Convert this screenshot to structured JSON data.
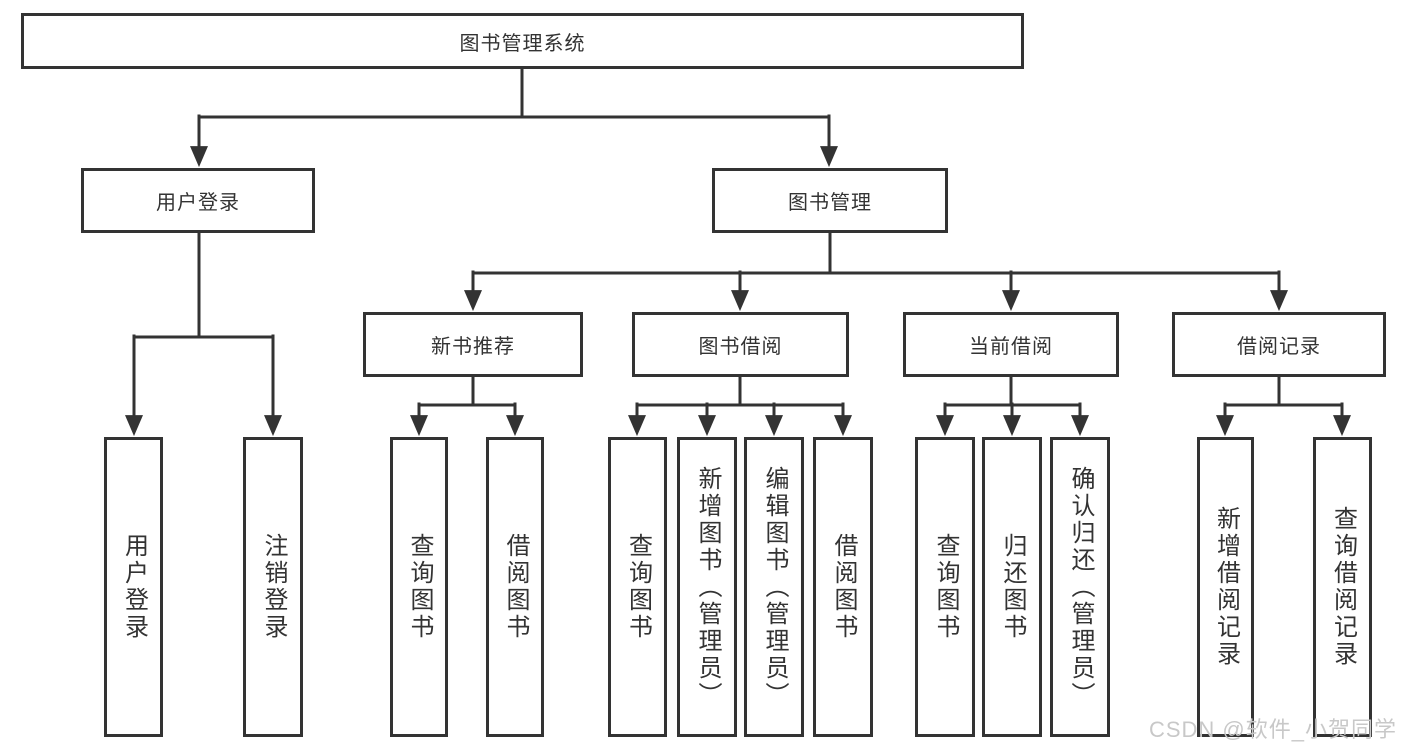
{
  "diagram": {
    "root": {
      "label": "图书管理系统"
    },
    "level2": [
      {
        "label": "用户登录"
      },
      {
        "label": "图书管理"
      }
    ],
    "level3": [
      {
        "label": "新书推荐",
        "parent": "图书管理"
      },
      {
        "label": "图书借阅",
        "parent": "图书管理"
      },
      {
        "label": "当前借阅",
        "parent": "图书管理"
      },
      {
        "label": "借阅记录",
        "parent": "图书管理"
      }
    ],
    "leaves": [
      {
        "label": "用户登录",
        "parent": "用户登录"
      },
      {
        "label": "注销登录",
        "parent": "用户登录"
      },
      {
        "label": "查询图书",
        "parent": "新书推荐"
      },
      {
        "label": "借阅图书",
        "parent": "新书推荐"
      },
      {
        "label": "查询图书",
        "parent": "图书借阅"
      },
      {
        "label": "新增图书（管理员）",
        "parent": "图书借阅"
      },
      {
        "label": "编辑图书（管理员）",
        "parent": "图书借阅"
      },
      {
        "label": "借阅图书",
        "parent": "图书借阅"
      },
      {
        "label": "查询图书",
        "parent": "当前借阅"
      },
      {
        "label": "归还图书",
        "parent": "当前借阅"
      },
      {
        "label": "确认归还（管理员）",
        "parent": "当前借阅"
      },
      {
        "label": "新增借阅记录",
        "parent": "借阅记录"
      },
      {
        "label": "查询借阅记录",
        "parent": "借阅记录"
      }
    ]
  },
  "watermark": {
    "text": "CSDN @软件_小贺同学"
  },
  "colors": {
    "line": "#333333",
    "text": "#333333",
    "background": "#ffffff",
    "watermark": "#c8c8c8"
  }
}
